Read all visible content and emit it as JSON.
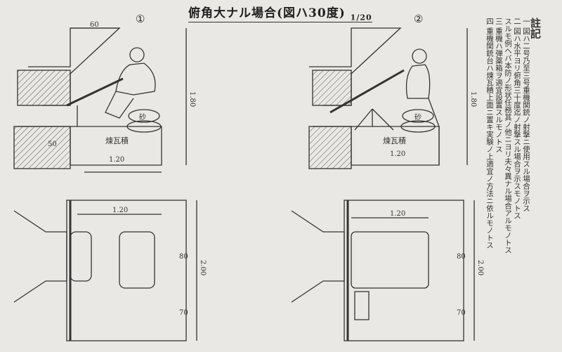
{
  "title": "俯角大ナル場合(図ハ30度)",
  "scale": "1/20",
  "figure_labels": [
    "①",
    "②"
  ],
  "material_label": "煉瓦積",
  "sandbag_label": "砂",
  "dimensions": {
    "top_width": "60",
    "depth": "1.20",
    "height": "1.80",
    "plan_width": "1.20",
    "plan_length": "2.00",
    "side_80": "80",
    "side_70": "70",
    "side_50": "50"
  },
  "notes": {
    "heading": "註記",
    "lines": [
      "一 図ハ二号乃至三号重機関銃ノ射撃ニ使用スル場合ヲ示ス",
      "二 図ハ水平ヨリ俯角三十度迄ノ射撃スル場合ヲ示スモノトス",
      "スルモ例ヘバ本防ノ形状任務其ノ他ニヨリ夫々異ナル場合アルモノトス",
      "三 重機ハ弾薬箱ヲ適宜設置スルモノトス",
      "四 重機関銃台ハ煉瓦積上面ニ置キ実験ノ上適宜ノ方法ニ依ルモノトス"
    ]
  }
}
